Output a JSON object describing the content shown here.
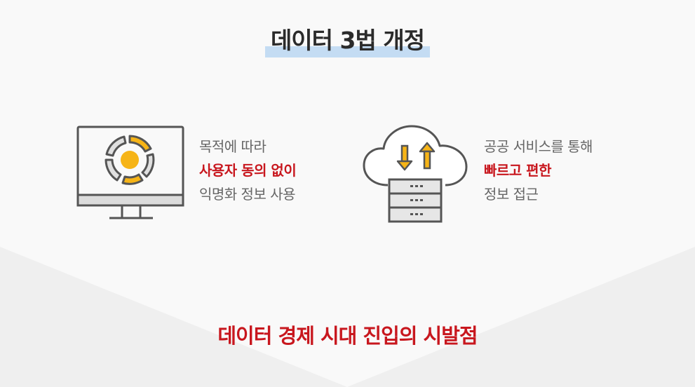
{
  "title": "데이터 3법 개정",
  "left": {
    "line1": "목적에 따라",
    "line2": "사용자 동의 없이",
    "line3": "익명화 정보 사용"
  },
  "right": {
    "line1": "공공 서비스를 통해",
    "line2": "빠르고 편한",
    "line3": "정보 접근"
  },
  "footer": "데이터 경제 시대 진입의 시발점",
  "colors": {
    "accent_red": "#c8171e",
    "highlight_blue": "#c4dcf3",
    "icon_yellow": "#f6b417",
    "icon_gray": "#555555"
  },
  "icons": {
    "left": "monitor-chart-icon",
    "right": "cloud-server-icon"
  }
}
